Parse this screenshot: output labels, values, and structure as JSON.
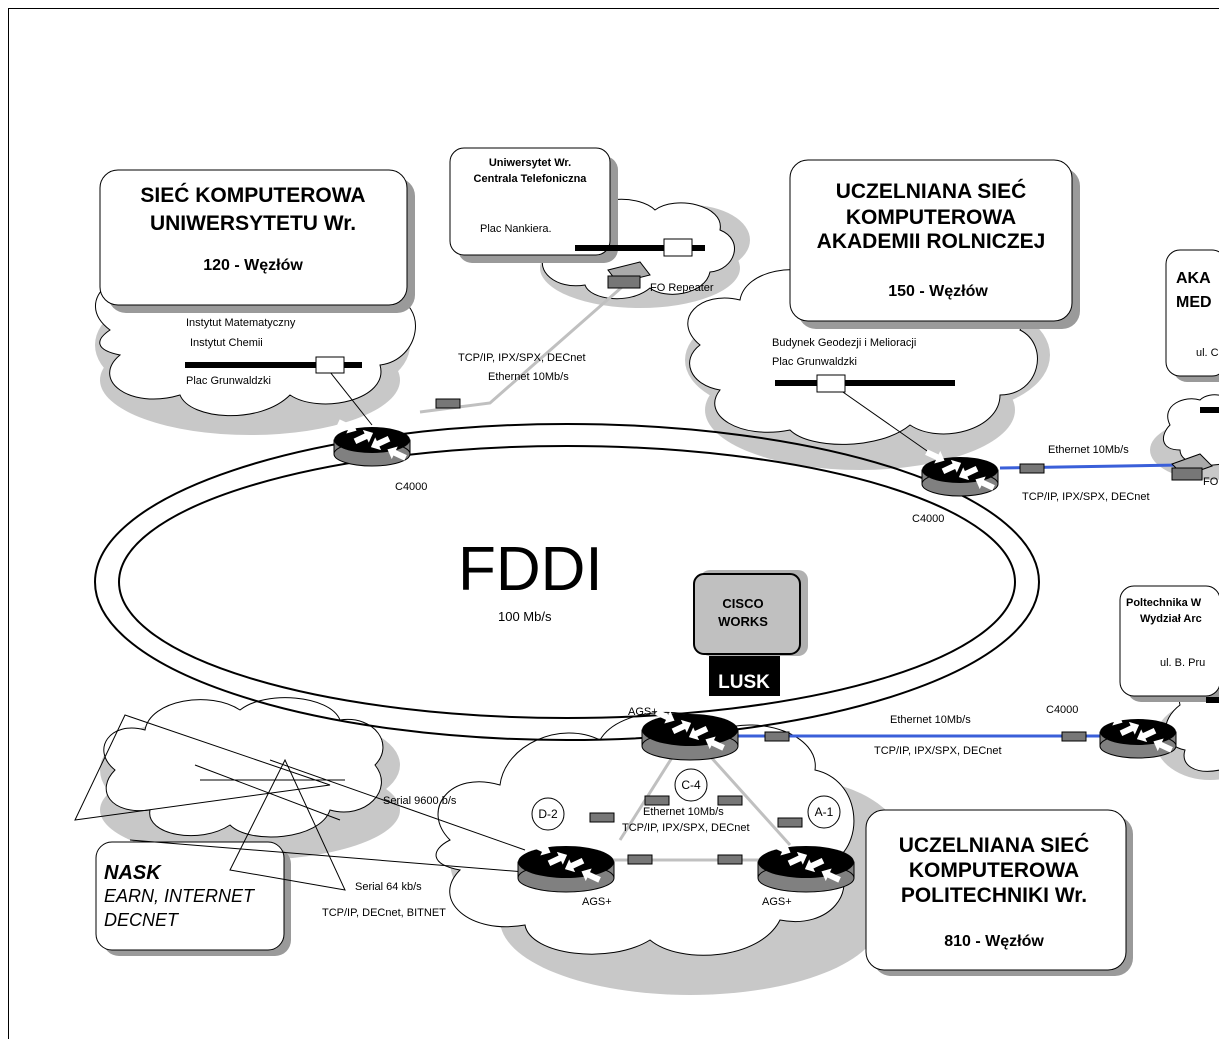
{
  "ring": {
    "title": "FDDI",
    "speed": "100 Mb/s"
  },
  "uni": {
    "title1": "SIEĆ KOMPUTEROWA",
    "title2": "UNIWERSYTETU Wr.",
    "nodes": "120 - Węzłów",
    "site1": "Instytut Matematyczny",
    "site2": "Instytut Chemii",
    "site3": "Plac Grunwaldzki",
    "router": "C4000"
  },
  "cent": {
    "title1": "Uniwersytet Wr.",
    "title2": "Centrala Telefoniczna",
    "place": "Plac Nankiera.",
    "repeater": "FO Repeater",
    "proto": "TCP/IP, IPX/SPX, DECnet",
    "eth": "Ethernet 10Mb/s"
  },
  "ar": {
    "title1": "UCZELNIANA SIEĆ",
    "title2": "KOMPUTEROWA",
    "title3": "AKADEMII ROLNICZEJ",
    "nodes": "150 - Węzłów",
    "site1": "Budynek Geodezji i Melioracji",
    "site2": "Plac Grunwaldzki",
    "router": "C4000",
    "eth": "Ethernet 10Mb/s",
    "proto": "TCP/IP, IPX/SPX, DECnet",
    "fo": "FO"
  },
  "am": {
    "title1": "AKA",
    "title2": "MED",
    "addr": "ul. C"
  },
  "cisco": {
    "line1": "CISCO",
    "line2": "WORKS",
    "host": "LUSK"
  },
  "arch": {
    "title1": "Poltechnika W",
    "title2": "Wydział Arc",
    "addr": "ul. B. Pru",
    "router": "C4000",
    "eth": "Ethernet 10Mb/s",
    "proto": "TCP/IP, IPX/SPX, DECnet"
  },
  "core": {
    "ags_top": "AGS+",
    "ags_left": "AGS+",
    "ags_right": "AGS+",
    "c4": "C-4",
    "d2": "D-2",
    "a1": "A-1",
    "eth": "Ethernet 10Mb/s",
    "proto": "TCP/IP, IPX/SPX, DECnet"
  },
  "wan": {
    "serial1": "Serial 9600 b/s",
    "serial2": "Serial 64 kb/s",
    "proto": "TCP/IP, DECnet, BITNET"
  },
  "nask": {
    "title": "NASK",
    "line1": "EARN, INTERNET",
    "line2": "DECNET"
  },
  "pw": {
    "title1": "UCZELNIANA SIEĆ",
    "title2": "KOMPUTEROWA",
    "title3": "POLITECHNIKI Wr.",
    "nodes": "810 - Węzłów"
  },
  "colors": {
    "link": "#3a5fd9",
    "shadow": "#c8c8c8",
    "router": "#808080",
    "cisco": "#c0c0c0"
  }
}
